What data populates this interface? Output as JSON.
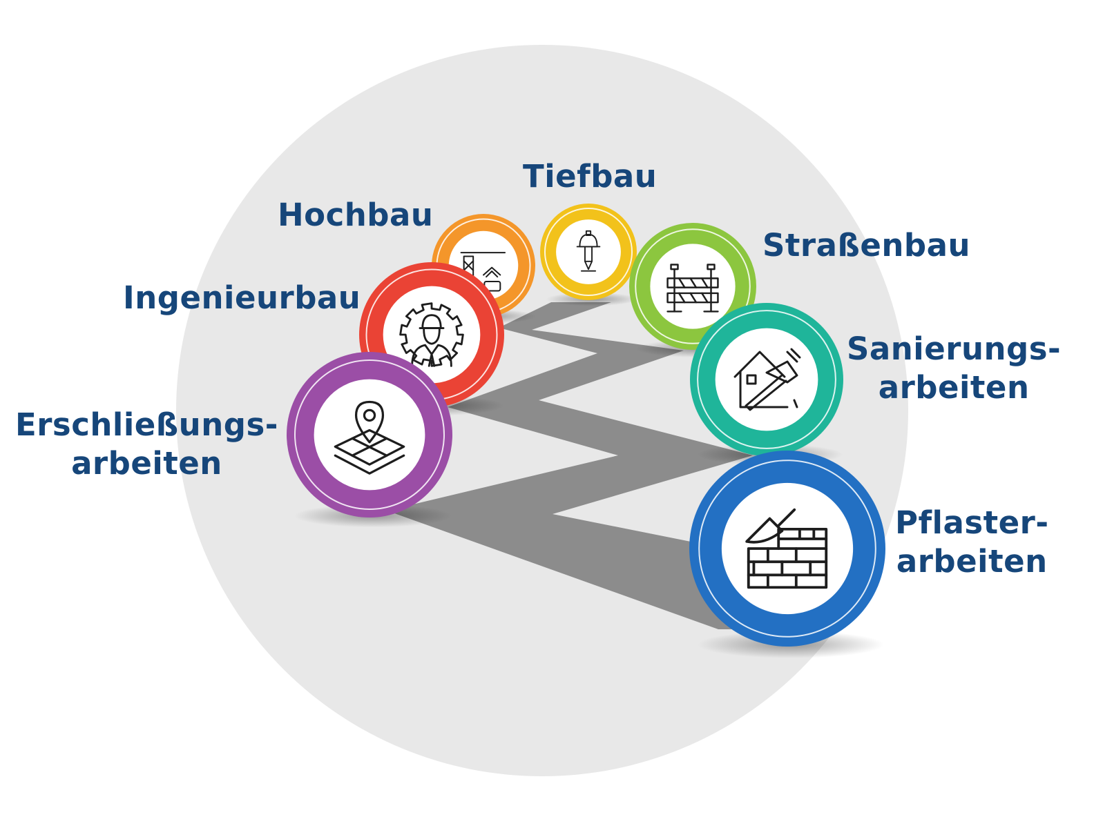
{
  "colors": {
    "background_circle": "#e8e8e8",
    "road": "#8c8c8c",
    "label_text": "#16467a",
    "icon_stroke": "#1d1d1d"
  },
  "nodes": [
    {
      "id": "tiefbau",
      "lines": [
        "Tiefbau"
      ],
      "color": "#f2c21b",
      "icon": "drill-icon"
    },
    {
      "id": "hochbau",
      "lines": [
        "Hochbau"
      ],
      "color": "#f4962a",
      "icon": "crane-icon"
    },
    {
      "id": "strassenbau",
      "lines": [
        "Straßenbau"
      ],
      "color": "#8cc63f",
      "icon": "road-barrier-icon"
    },
    {
      "id": "ingenieurbau",
      "lines": [
        "Ingenieurbau"
      ],
      "color": "#ea4335",
      "icon": "engineer-icon"
    },
    {
      "id": "sanierungsarbeiten",
      "lines": [
        "Sanierungs-",
        "arbeiten"
      ],
      "color": "#1fb59a",
      "icon": "house-hammer-icon"
    },
    {
      "id": "erschliessungsarbeiten",
      "lines": [
        "Erschließungs-",
        "arbeiten"
      ],
      "color": "#9b4ea6",
      "icon": "map-pin-icon"
    },
    {
      "id": "pflasterarbeiten",
      "lines": [
        "Pflaster-",
        "arbeiten"
      ],
      "color": "#2370c3",
      "icon": "brick-trowel-icon"
    }
  ]
}
